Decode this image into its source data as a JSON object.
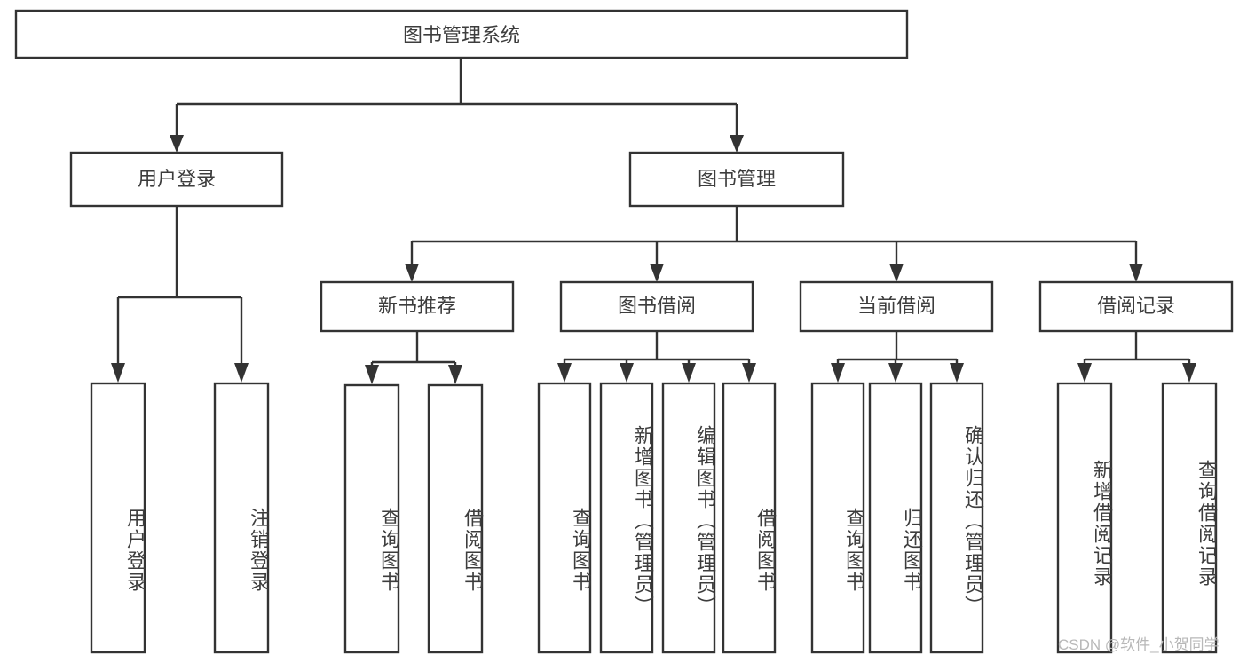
{
  "diagram": {
    "title": "图书管理系统",
    "type": "hierarchy-tree",
    "root": {
      "label": "图书管理系统",
      "orientation": "horizontal"
    },
    "level2": [
      {
        "label": "用户登录",
        "orientation": "horizontal"
      },
      {
        "label": "图书管理",
        "orientation": "horizontal"
      }
    ],
    "level3": [
      {
        "label": "新书推荐",
        "orientation": "horizontal"
      },
      {
        "label": "图书借阅",
        "orientation": "horizontal"
      },
      {
        "label": "当前借阅",
        "orientation": "horizontal"
      },
      {
        "label": "借阅记录",
        "orientation": "horizontal"
      }
    ],
    "leaves_user_login": [
      {
        "label": "用户登录",
        "orientation": "vertical"
      },
      {
        "label": "注销登录",
        "orientation": "vertical"
      }
    ],
    "leaves_new_book": [
      {
        "label": "查询图书",
        "orientation": "vertical"
      },
      {
        "label": "借阅图书",
        "orientation": "vertical"
      }
    ],
    "leaves_borrow": [
      {
        "label": "查询图书",
        "orientation": "vertical"
      },
      {
        "label": "新增图书（管理员）",
        "orientation": "vertical"
      },
      {
        "label": "编辑图书（管理员）",
        "orientation": "vertical"
      },
      {
        "label": "借阅图书",
        "orientation": "vertical"
      }
    ],
    "leaves_current": [
      {
        "label": "查询图书",
        "orientation": "vertical"
      },
      {
        "label": "归还图书",
        "orientation": "vertical"
      },
      {
        "label": "确认归还（管理员）",
        "orientation": "vertical"
      }
    ],
    "leaves_records": [
      {
        "label": "新增借阅记录",
        "orientation": "vertical"
      },
      {
        "label": "查询借阅记录",
        "orientation": "vertical"
      }
    ],
    "colors": {
      "background": "#ffffff",
      "box_fill": "#ffffff",
      "box_stroke": "#333333",
      "text": "#3d3d3d",
      "watermark": "#b8b8b8"
    }
  },
  "watermark": {
    "text": "CSDN @软件_小贺同学"
  }
}
